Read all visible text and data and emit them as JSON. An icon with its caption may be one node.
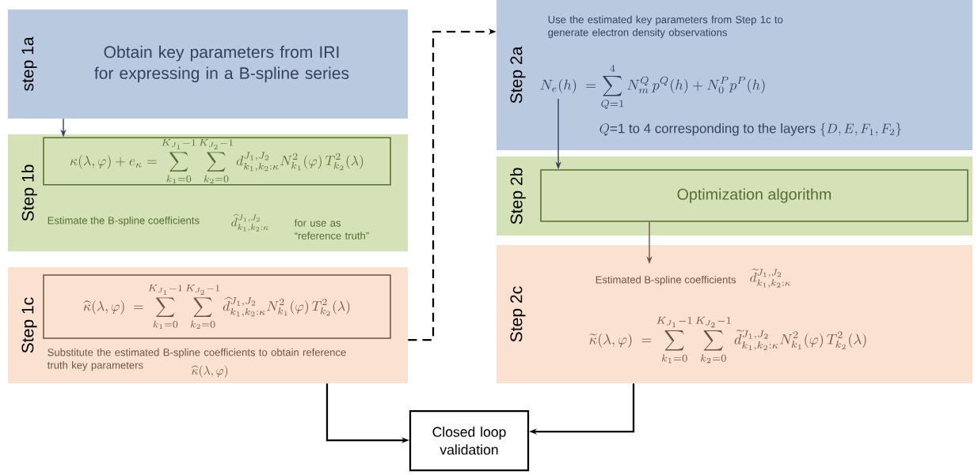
{
  "diagram": {
    "nodes": [
      {
        "text": [
          "step 1a",
          "Obtain key parameters from IRI for expressing in a B-spline series"
        ]
      },
      {
        "text": [
          "Step 1b",
          "Estimate the B-spline coefficients",
          "\\widehat{d}^{J_1,J_2}_{k_1,k_2:\\kappa}",
          "for use as “reference truth”"
        ]
      },
      {
        "text": [
          "\\kappa(\\lambda,\\varphi)+e_\\kappa=\\sum_{k_1=0}^{K_{J_1}-1}\\sum_{k_2=0}^{K_{J_2}-1}d^{J_1,J_2}_{k_1,k_2:\\kappa}N^2_{k_1}(\\varphi)\\,T^2_{k_2}(\\lambda)"
        ],
        "in": 1
      },
      {
        "text": [
          "Step 1c",
          "Substitute the estimated B-spline coefficients to obtain reference truth key parameters",
          "\\widehat{\\kappa}(\\lambda,\\varphi)"
        ]
      },
      {
        "text": [
          "\\widehat{\\kappa}(\\lambda,\\varphi)\\;=\\sum_{k_1=0}^{K_{J_1}-1}\\sum_{k_2=0}^{K_{J_2}-1}\\widehat{d}^{J_1,J_2}_{k_1,k_2:\\kappa}N^2_{k_1}(\\varphi)\\,T^2_{k_2}(\\lambda)"
        ],
        "in": 3
      },
      {
        "text": [
          "Step 2a",
          "Use the estimated key parameters from Step 1c to generate electron density observations",
          "N_e(h)\\;=\\sum_{Q=1}^{4}N^Q_m\\,p^Q(h)+N^P_0p^P(h)",
          "Q\\text{=1 to 4 corresponding to the layers }\\{D,E,F_1,F_2\\}"
        ]
      },
      {
        "text": [
          "Step 2b"
        ]
      },
      {
        "text": [
          "Optimization algorithm"
        ],
        "in": 6
      },
      {
        "text": [
          "Step 2c",
          "Estimated B-spline coefficients",
          "\\widetilde{d}^{J_1,J_2}_{k_1,k_2:\\kappa}",
          "\\widetilde{\\kappa}(\\lambda,\\varphi)\\;=\\sum_{k_1=0}^{K_{J_1}-1}\\sum_{k_2=0}^{K_{J_2}-1}\\widetilde{d}^{J_1,J_2}_{k_1,k_2:\\kappa}N^2_{k_1}(\\varphi)\\,T^2_{k_2}(\\lambda)"
        ]
      },
      {
        "text": [
          "Closed loop validation"
        ]
      }
    ],
    "edges": [
      {
        "from": 0,
        "to": 2,
        "arrow": "to",
        "color": "#34425e"
      },
      {
        "from": 3,
        "to": 5,
        "arrow": "to",
        "style": "dashed"
      },
      {
        "from": 5,
        "to": 7,
        "arrow": "to",
        "color": "#34425e"
      },
      {
        "from": 7,
        "to": 8,
        "arrow": "to",
        "color": "#6e5646"
      },
      {
        "from": 3,
        "to": 9,
        "arrow": "to"
      },
      {
        "from": 8,
        "to": 9,
        "arrow": "to"
      }
    ]
  }
}
